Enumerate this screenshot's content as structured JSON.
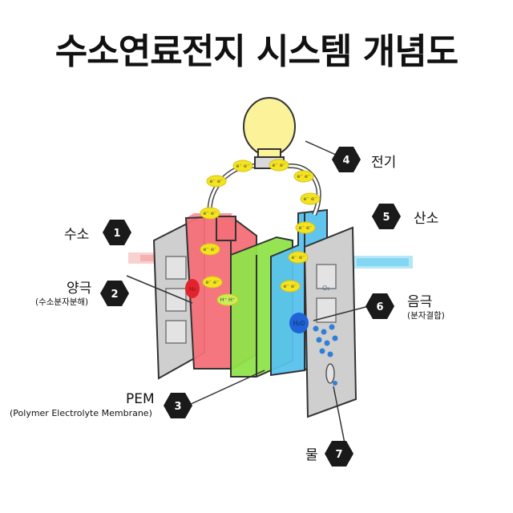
{
  "title": "수소연료전지 시스템 개념도",
  "labels": [
    {
      "id": "hydrogen",
      "num": "1",
      "text": "수소",
      "sub": ""
    },
    {
      "id": "anode",
      "num": "2",
      "text": "양극",
      "sub": "(수소분자분해)"
    },
    {
      "id": "pem",
      "num": "3",
      "text": "PEM",
      "sub": "(Polymer Electrolyte Membrane)"
    },
    {
      "id": "electricity",
      "num": "4",
      "text": "전기",
      "sub": ""
    },
    {
      "id": "oxygen",
      "num": "5",
      "text": "산소",
      "sub": ""
    },
    {
      "id": "cathode",
      "num": "6",
      "text": "음극",
      "sub": "(분자결합)"
    },
    {
      "id": "water",
      "num": "7",
      "text": "물",
      "sub": ""
    }
  ],
  "electron_label": "e⁻ e⁻",
  "proton_label": "H⁺ H⁺",
  "h2_label": "H₂",
  "h2o_label": "H₂O",
  "o2_label": "O₂",
  "colors": {
    "anode": "#f46f78",
    "pem": "#8fe34a",
    "cathode": "#56c2ee",
    "frame": "#c9c9c9",
    "electron": "#f4e31f",
    "bulb": "#fbf29a",
    "badge": "#1a1a1a"
  }
}
